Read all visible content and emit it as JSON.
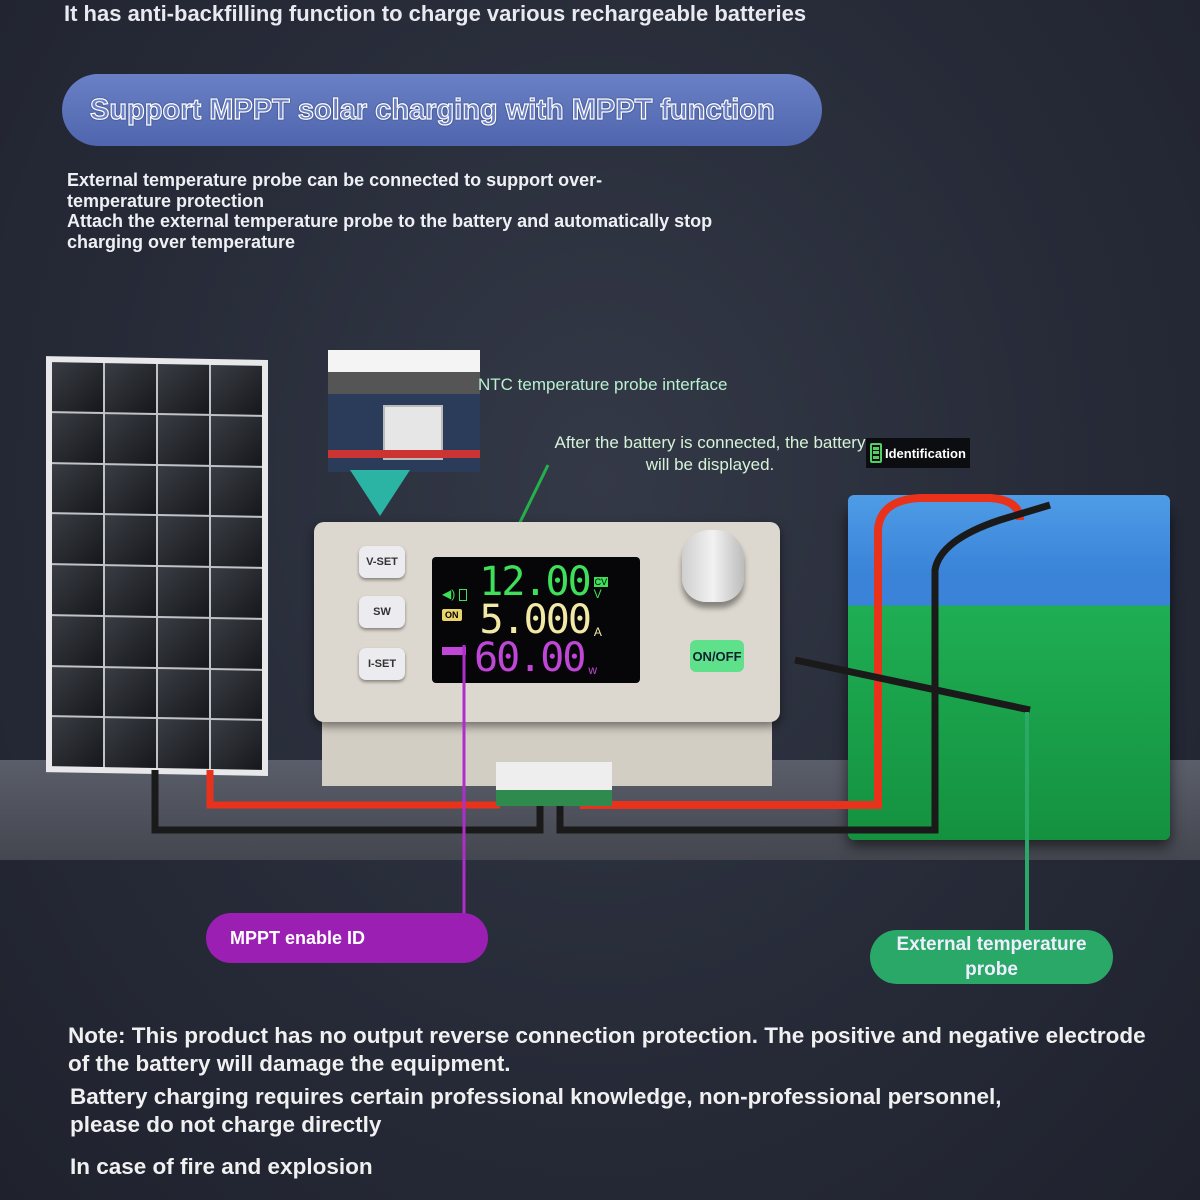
{
  "header": {
    "intro": "It has anti-backfilling function to charge various rechargeable batteries",
    "banner": "Support MPPT solar charging with MPPT function",
    "temp_line1": "External temperature probe can be connected to support over-temperature protection",
    "temp_line2": "Attach the external temperature probe to the battery and automatically stop charging over temperature"
  },
  "callouts": {
    "ntc": "NTC temperature probe interface",
    "battery_connected": "After the battery is connected, the battery will be displayed.",
    "identification": "Identification",
    "mppt": "MPPT enable ID",
    "external_probe": "External temperature probe"
  },
  "device": {
    "buttons": [
      "V-SET",
      "SW",
      "I-SET"
    ],
    "onoff": "ON/OFF",
    "on_badge": "ON",
    "cv_badge": "CV",
    "voltage": "12.00",
    "voltage_unit": "V",
    "current": "5.000",
    "current_unit": "A",
    "power": "60.00",
    "power_unit": "w",
    "colors": {
      "voltage": "#3ee05a",
      "current": "#f3e9a6",
      "power": "#c046d8"
    }
  },
  "notes": {
    "line1": "Note: This product has no output reverse connection protection. The positive and negative electrode of the battery will damage the equipment.",
    "line2": "Battery charging requires certain professional knowledge, non-professional personnel, please do not charge directly",
    "line3": "In case of fire and explosion"
  }
}
